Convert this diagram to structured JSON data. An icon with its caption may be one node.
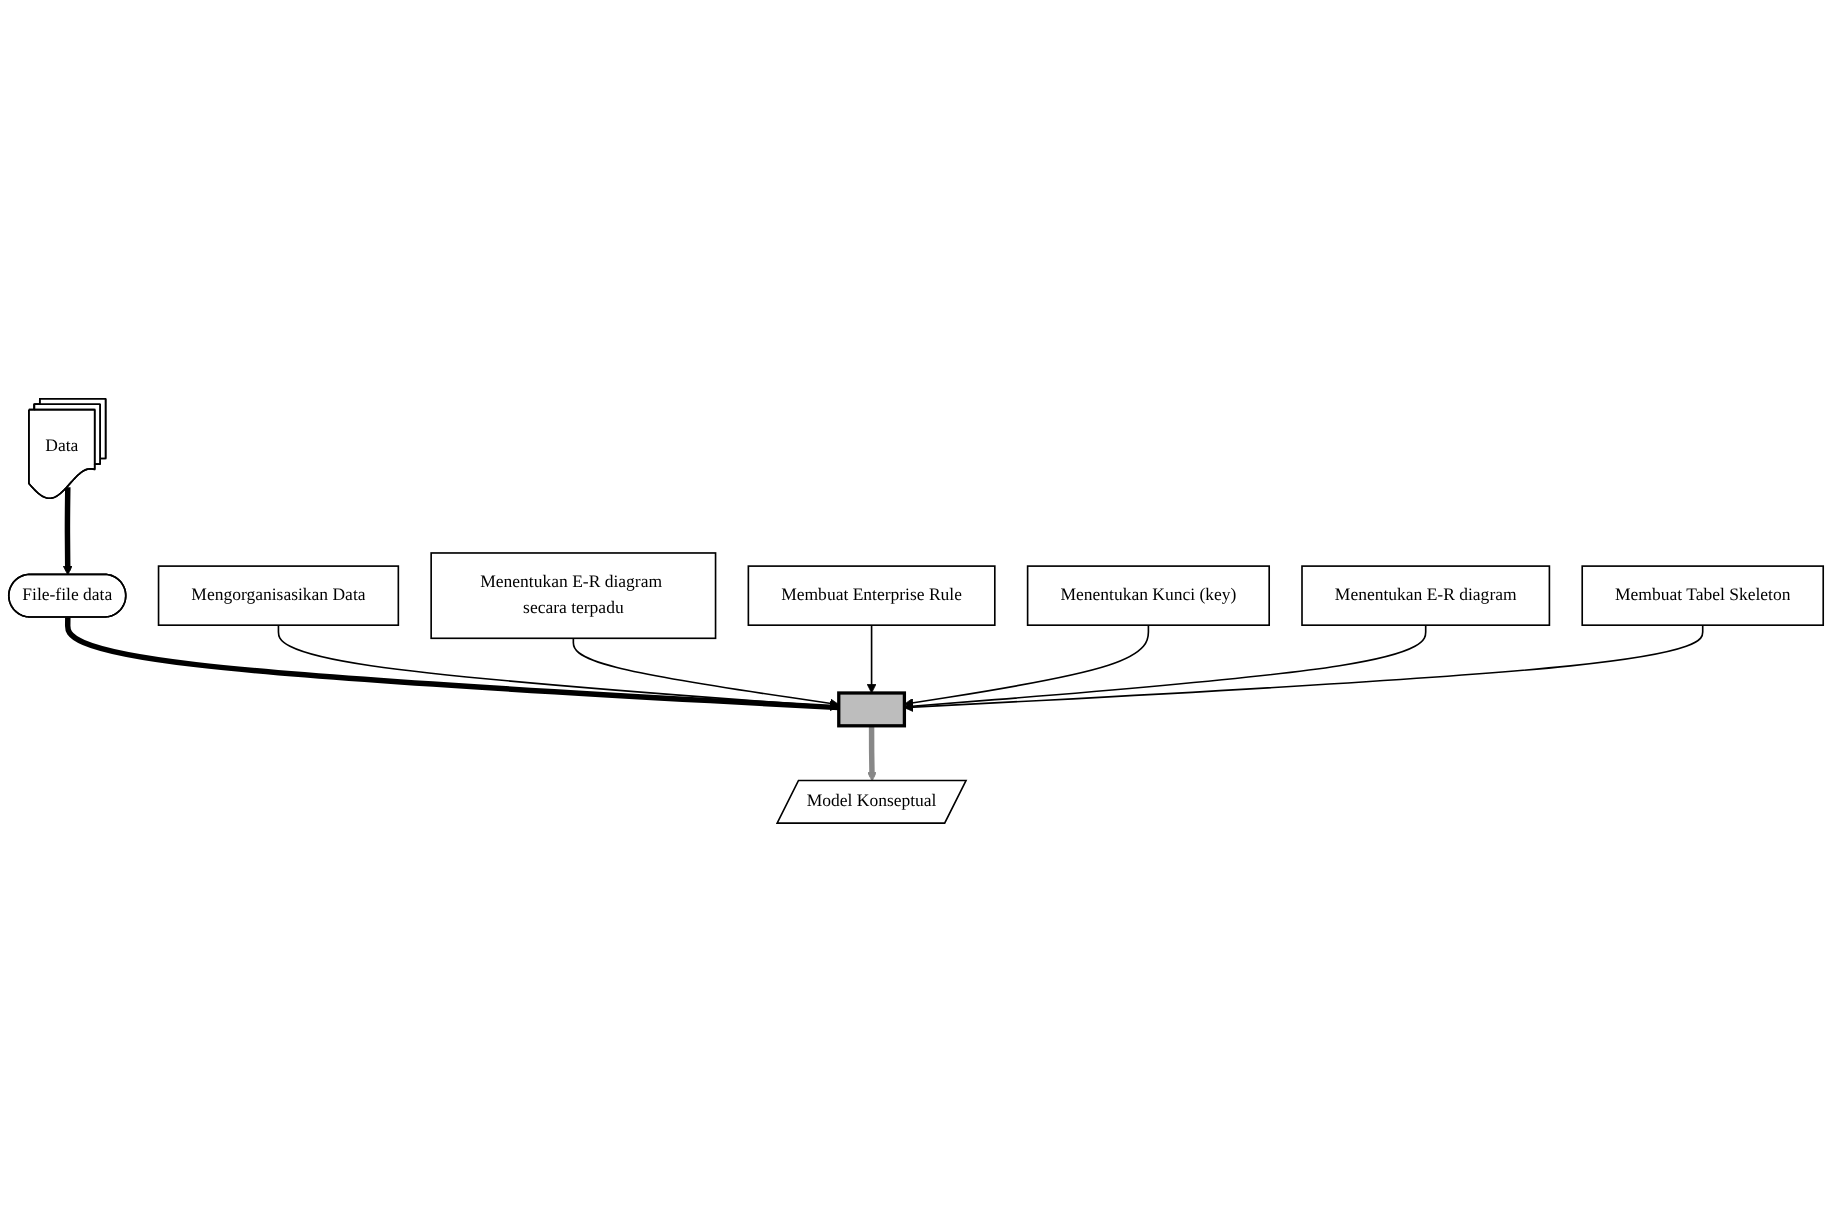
{
  "diagram": {
    "nodes": [
      {
        "text": [
          "Data"
        ]
      },
      {
        "text": [
          "File-file data"
        ]
      },
      {
        "text": [],
        "shape": "bar"
      },
      {
        "text": [
          "Mengorganisasikan Data"
        ]
      },
      {
        "text": [
          "Menentukan E-R diagram secara terpadu"
        ]
      },
      {
        "text": [
          "Membuat Enterprise Rule"
        ]
      },
      {
        "text": [
          "Menentukan Kunci (key)"
        ]
      },
      {
        "text": [
          "Menentukan E-R diagram"
        ]
      },
      {
        "text": [
          "Membuat Tabel Skeleton"
        ]
      },
      {
        "text": [
          "Model Konseptual"
        ]
      }
    ],
    "edges": [
      {
        "from": 0,
        "to": 1,
        "arrow": "to",
        "style": "thick"
      },
      {
        "from": 1,
        "to": 2,
        "arrow": "none",
        "style": "thick"
      },
      {
        "from": 2,
        "to": 9,
        "arrow": "to",
        "style": "thick",
        "color": "#888888"
      },
      {
        "from": 3,
        "to": 2,
        "arrow": "to"
      },
      {
        "from": 4,
        "to": 2,
        "arrow": "to"
      },
      {
        "from": 5,
        "to": 2,
        "arrow": "to"
      },
      {
        "from": 6,
        "to": 2,
        "arrow": "to"
      },
      {
        "from": 7,
        "to": 2,
        "arrow": "to"
      },
      {
        "from": 8,
        "to": 2,
        "arrow": "to"
      }
    ]
  }
}
